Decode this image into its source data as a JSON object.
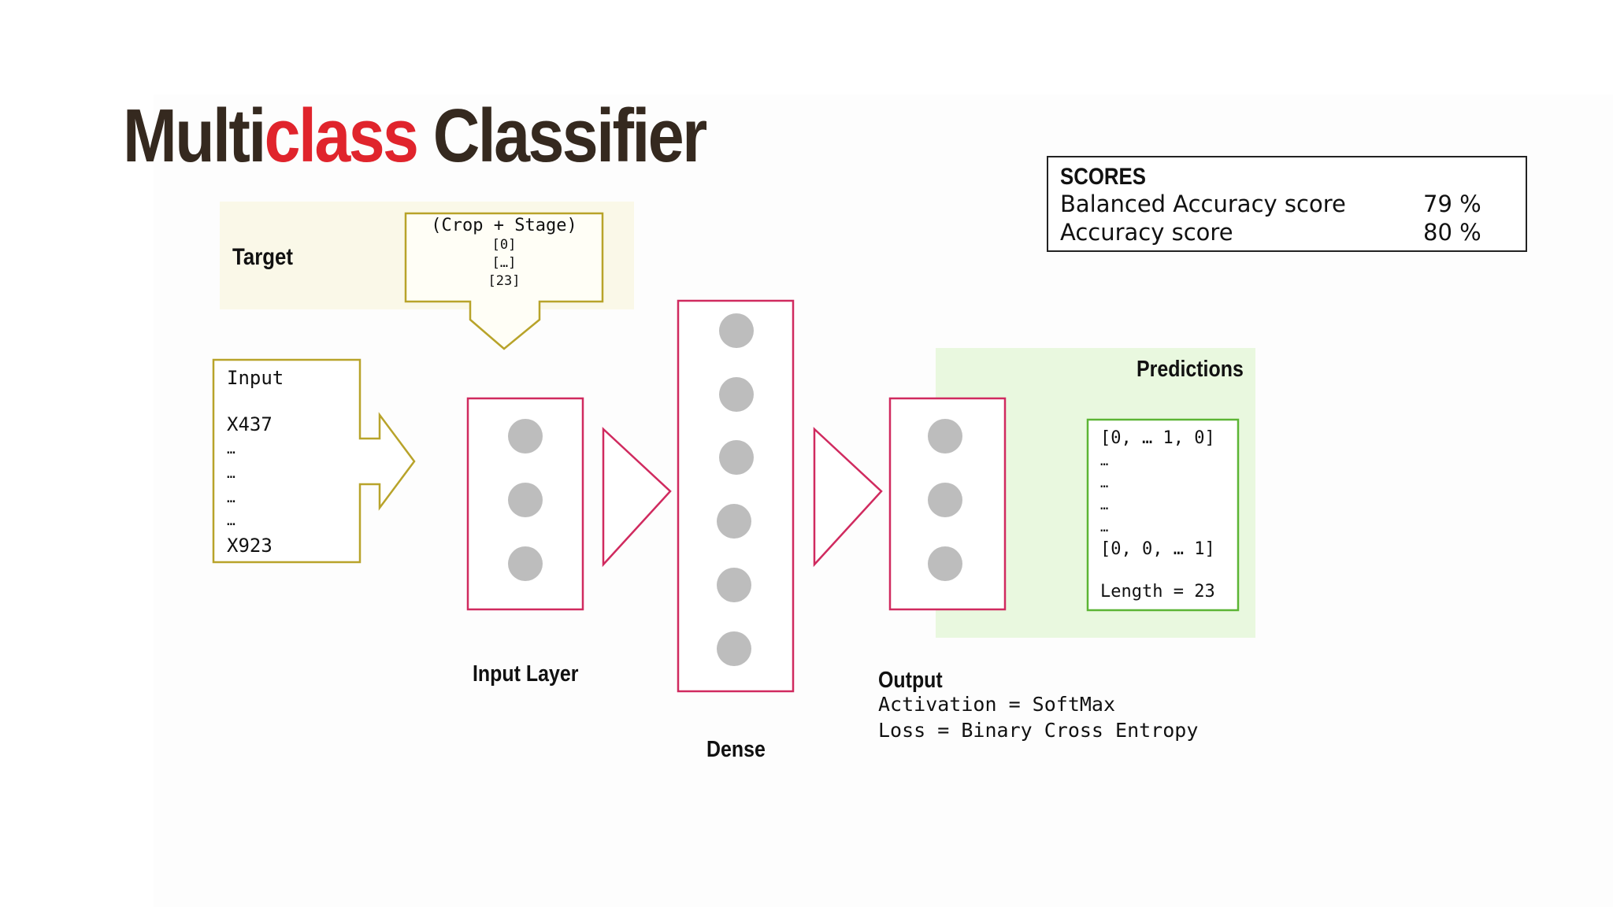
{
  "slide": {
    "title_part1": "Multi",
    "title_accent": "class",
    "title_part2": " Classifier",
    "accent_color": "#e0242c"
  },
  "scores": {
    "heading": "SCORES",
    "rows": [
      {
        "label": "Balanced Accuracy score",
        "value": "79 %"
      },
      {
        "label": "Accuracy score",
        "value": "80 %"
      }
    ]
  },
  "target": {
    "label": "Target",
    "box_lines": [
      "(Crop + Stage)",
      "[0]",
      "[…]",
      "[23]"
    ]
  },
  "input": {
    "title": "Input",
    "first": "X437",
    "ellipses": [
      "…",
      "…",
      "…",
      "…"
    ],
    "last": "X923"
  },
  "layers": {
    "input_layer_label": "Input Layer",
    "dense_label": "Dense",
    "output_label": "Output",
    "activation": "Activation = SoftMax",
    "loss": "Loss = Binary Cross Entropy"
  },
  "predictions": {
    "label": "Predictions",
    "first": "[0, … 1, 0]",
    "ellipses": [
      "…",
      "…",
      "…",
      "…"
    ],
    "last": "[0, 0, … 1]",
    "length": "Length = 23"
  }
}
